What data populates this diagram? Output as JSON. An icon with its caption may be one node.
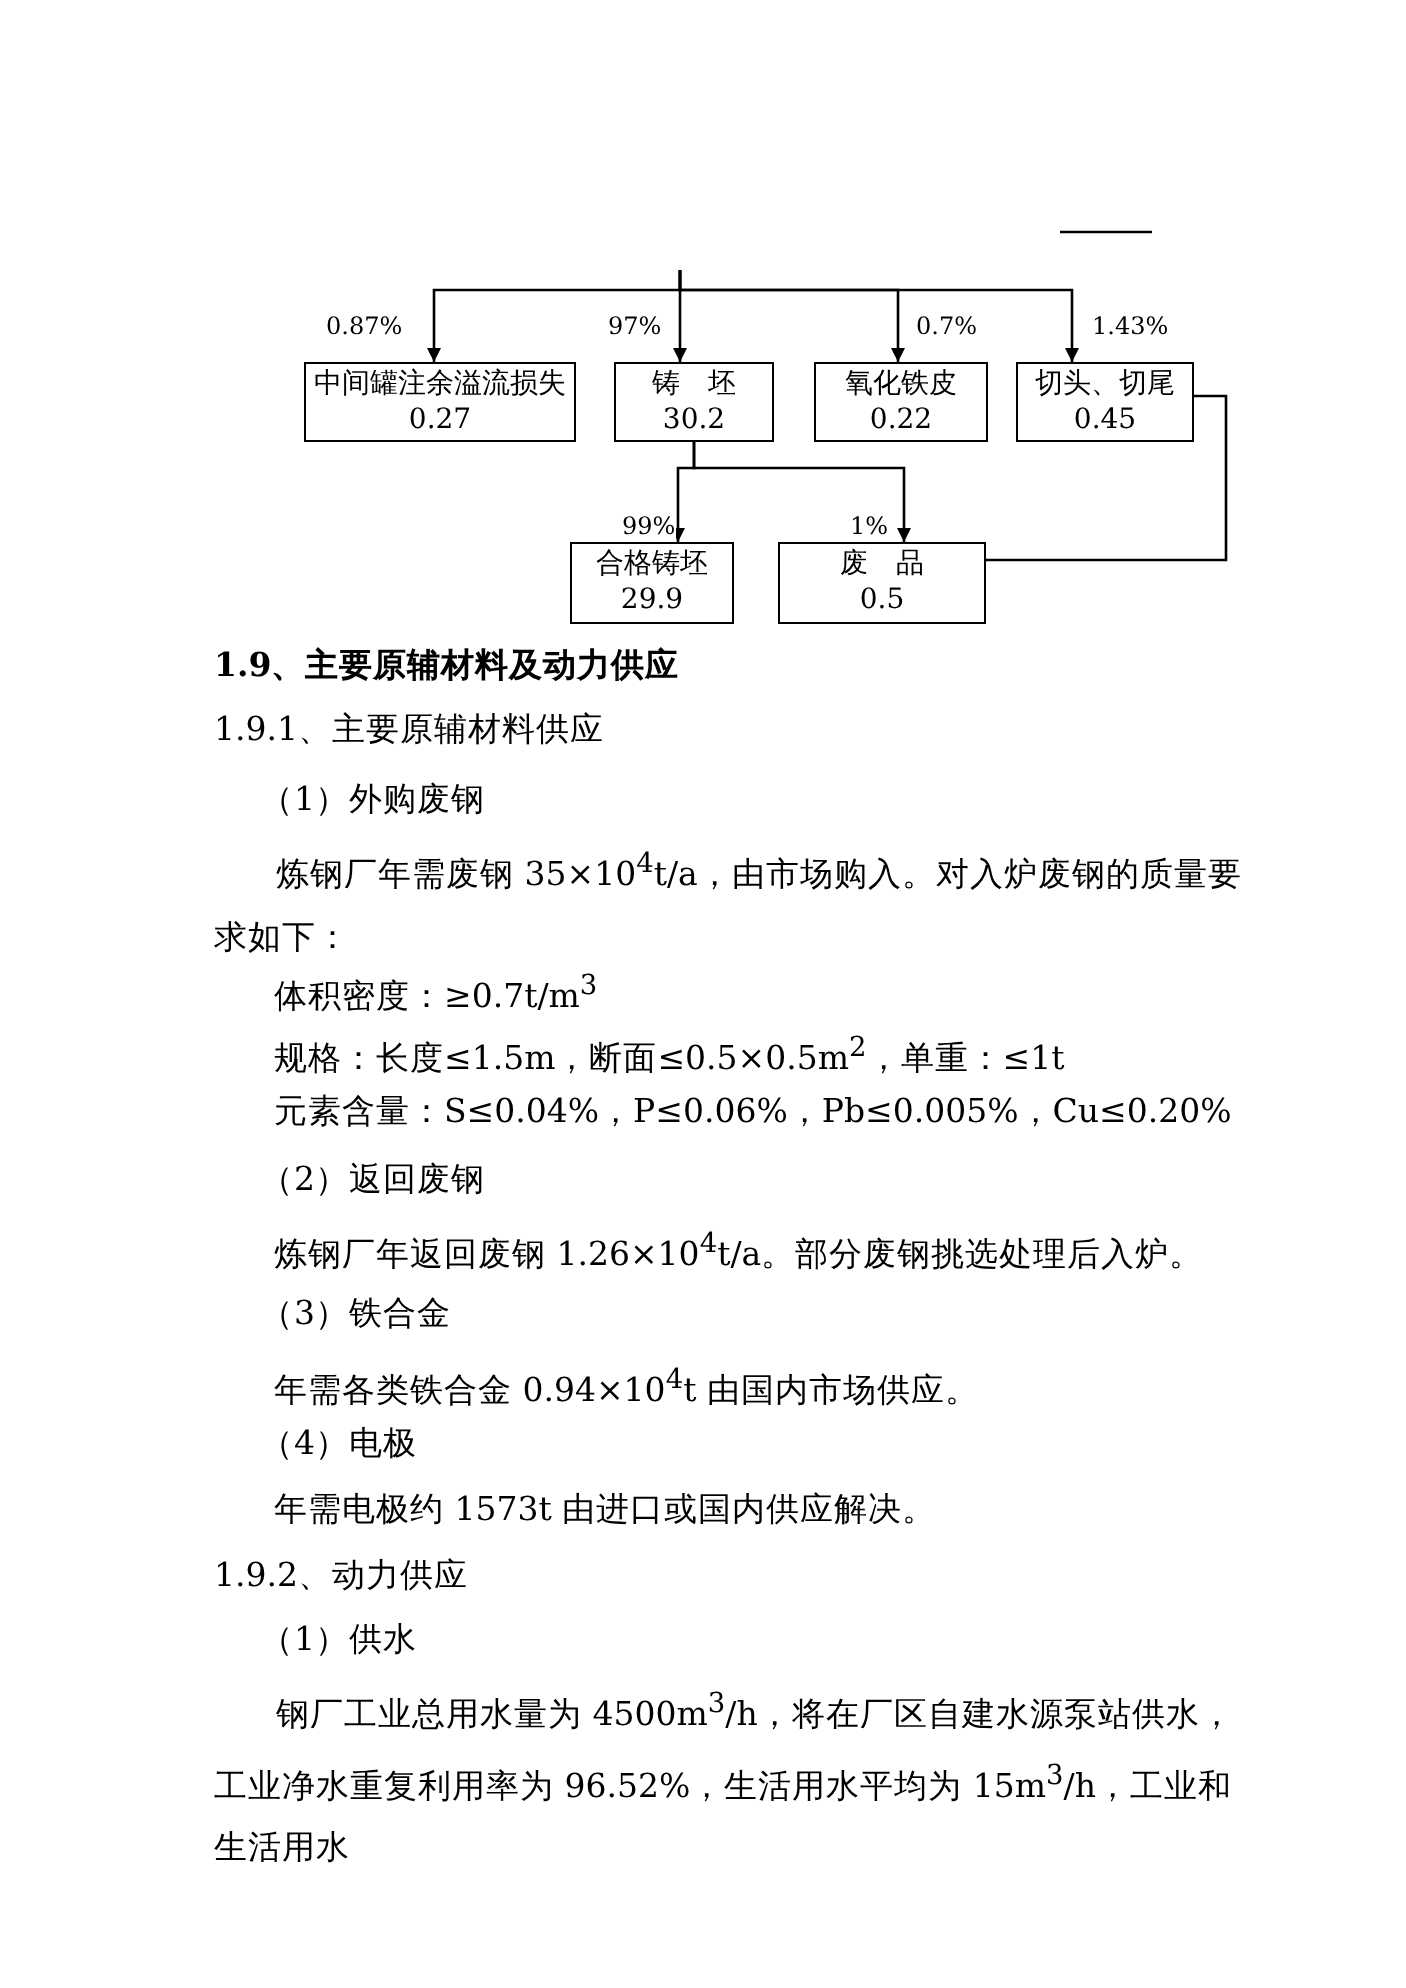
{
  "diagram": {
    "nodes": [
      {
        "text": [
          "中间罐注余溢流损失",
          "0.27"
        ]
      },
      {
        "text": [
          "铸　坯",
          "30.2"
        ]
      },
      {
        "text": [
          "氧化铁皮",
          "0.22"
        ]
      },
      {
        "text": [
          "切头、切尾",
          "0.45"
        ]
      },
      {
        "text": [
          "合格铸坯",
          "29.9"
        ]
      },
      {
        "text": [
          "废　品",
          "0.5"
        ]
      }
    ],
    "edges": [
      {
        "from": null,
        "to": 0,
        "arrow": "to",
        "label": "0.87%"
      },
      {
        "from": null,
        "to": 1,
        "arrow": "to",
        "label": "97%"
      },
      {
        "from": null,
        "to": 2,
        "arrow": "to",
        "label": "0.7%"
      },
      {
        "from": null,
        "to": 3,
        "arrow": "to",
        "label": "1.43%"
      },
      {
        "from": 1,
        "to": 4,
        "arrow": "to",
        "label": "99%"
      },
      {
        "from": 1,
        "to": 5,
        "arrow": "to",
        "label": "1%"
      },
      {
        "from": 3,
        "to": 5,
        "arrow": "none"
      }
    ],
    "labels": [
      "1.9、主要原辅材料及动力供应",
      "1.9.1、主要原辅材料供应",
      "（1）外购废钢",
      "炼钢厂年需废钢 35×10$^{4}$t/a，由市场购入。对入炉废钢的质量要求如下：",
      "体积密度：≥0.7t/m$^{3}$",
      "规格：长度≤1.5m，断面≤0.5×0.5m$^{2}$，单重：≤1t",
      "元素含量：S≤0.04%，P≤0.06%，Pb≤0.005%，Cu≤0.20%",
      "（2）返回废钢",
      "炼钢厂年返回废钢 1.26×10$^{4}$t/a。部分废钢挑选处理后入炉。",
      "（3）铁合金",
      "年需各类铁合金 0.94×10$^{4}$t 由国内市场供应。",
      "（4）电极",
      "年需电极约 1573t 由进口或国内供应解决。",
      "1.9.2、动力供应",
      "（1）供水",
      "钢厂工业总用水量为 4500m$^{3}$/h，将在厂区自建水源泵站供水，工业净水重复利用率为 96.52%，生活用水平均为 15m$^{3}$/h，工业和生活用水"
    ]
  }
}
